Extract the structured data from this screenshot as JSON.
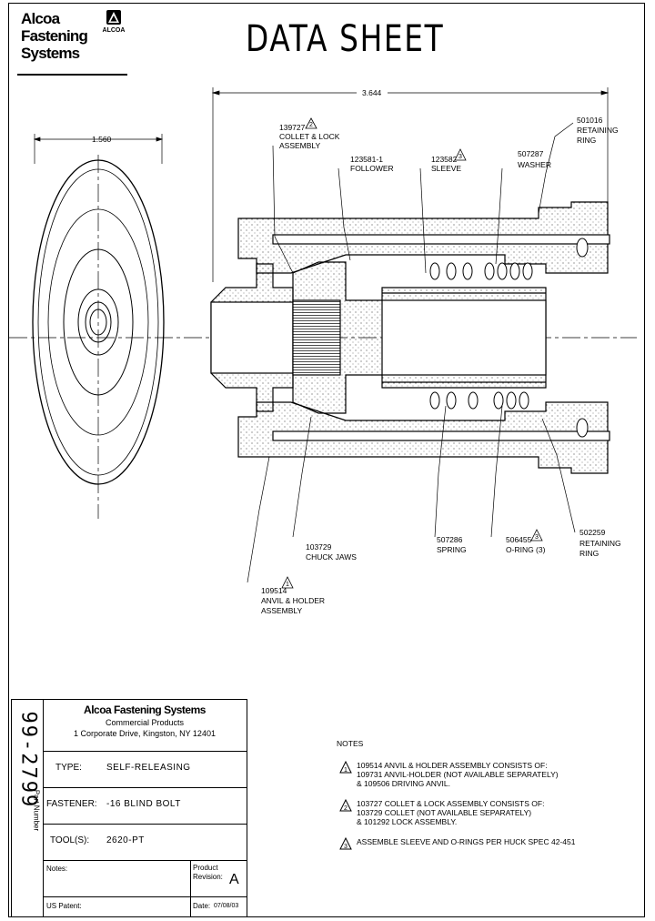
{
  "header": {
    "logo_lines": [
      "Alcoa",
      "Fastening",
      "Systems"
    ],
    "emblem_text": "ALCOA",
    "title": "DATA  SHEET"
  },
  "dimensions": {
    "overall_length": "3.644",
    "diameter": "1.560"
  },
  "callouts": [
    {
      "part": "139727",
      "flag": "2",
      "lines": [
        "COLLET & LOCK",
        "ASSEMBLY"
      ]
    },
    {
      "part": "123581-1",
      "flag": "",
      "lines": [
        "FOLLOWER"
      ]
    },
    {
      "part": "123582",
      "flag": "3",
      "lines": [
        "SLEEVE"
      ]
    },
    {
      "part": "507287",
      "flag": "",
      "lines": [
        "WASHER"
      ]
    },
    {
      "part": "501016",
      "flag": "",
      "lines": [
        "RETAINING",
        "RING"
      ]
    },
    {
      "part": "103729",
      "flag": "",
      "lines": [
        "CHUCK JAWS"
      ]
    },
    {
      "part": "507286",
      "flag": "",
      "lines": [
        "SPRING"
      ]
    },
    {
      "part": "506455",
      "flag": "3",
      "lines": [
        "O-RING (3)"
      ]
    },
    {
      "part": "502259",
      "flag": "",
      "lines": [
        "RETAINING",
        "RING"
      ]
    },
    {
      "part": "109514",
      "flag": "1",
      "lines": [
        "ANVIL & HOLDER",
        "ASSEMBLY"
      ]
    }
  ],
  "title_block": {
    "part_number_label": "Part Number",
    "part_number": "99-2799",
    "company": "Alcoa Fastening Systems",
    "division": "Commercial Products",
    "address": "1 Corporate Drive, Kingston, NY 12401",
    "type_label": "TYPE:",
    "type_value": "SELF-RELEASING",
    "fastener_label": "FASTENER:",
    "fastener_value": "-16 BLIND BOLT",
    "tools_label": "TOOL(S):",
    "tools_value": "2620-PT",
    "notes_label": "Notes:",
    "revision_label_1": "Product",
    "revision_label_2": "Revision:",
    "revision_value": "A",
    "patent_label": "US Patent:",
    "date_label": "Date:",
    "date_value": "07/08/03"
  },
  "notes": {
    "heading": "NOTES",
    "items": [
      {
        "flag": "1",
        "lines": [
          "109514 ANVIL & HOLDER ASSEMBLY CONSISTS OF:",
          "109731 ANVIL-HOLDER (NOT AVAILABLE SEPARATELY)",
          "& 109506 DRIVING ANVIL."
        ]
      },
      {
        "flag": "2",
        "lines": [
          "103727 COLLET & LOCK ASSEMBLY CONSISTS OF:",
          "103729 COLLET (NOT AVAILABLE SEPARATELY)",
          "& 101292 LOCK ASSEMBLY."
        ]
      },
      {
        "flag": "3",
        "lines": [
          "ASSEMBLE SLEEVE AND O-RINGS PER HUCK SPEC 42-451"
        ]
      }
    ]
  }
}
